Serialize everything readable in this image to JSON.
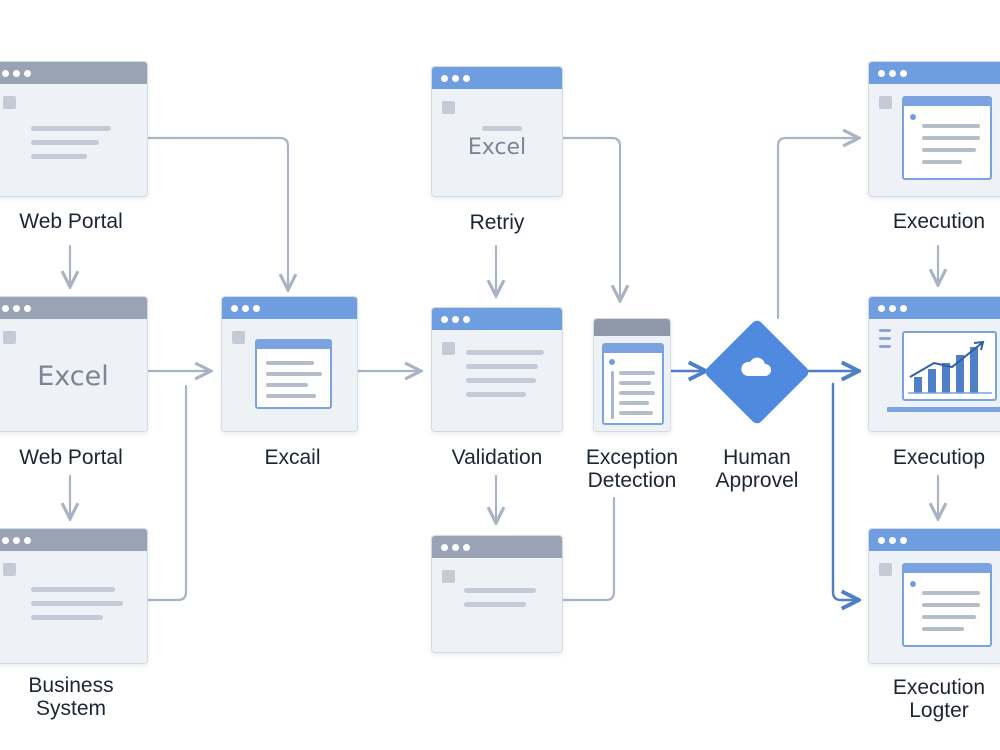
{
  "nodes": {
    "web_portal_1": {
      "label": "Web Portal"
    },
    "web_portal_2": {
      "label": "Web Portal",
      "window_text": "Excel"
    },
    "business_system": {
      "label": "Business\nSystem"
    },
    "excail": {
      "label": "Excail"
    },
    "retry": {
      "label": "Retriy",
      "window_text": "Excel"
    },
    "validation": {
      "label": "Validation"
    },
    "exception_detection": {
      "label": "Exception\nDetection"
    },
    "human_approval": {
      "label": "Human\nApprovel"
    },
    "execution_1": {
      "label": "Execution"
    },
    "execution_2": {
      "label": "Executiop"
    },
    "execution_logger": {
      "label": "Execution\nLogter"
    }
  },
  "colors": {
    "gray_titlebar": "#9aa3b3",
    "blue_titlebar": "#6f9ee0",
    "gray_connector": "#a9b3c3",
    "blue_connector": "#4f7fc4",
    "decision_diamond": "#4f8ade"
  },
  "icons": {
    "decision": "cloud-icon",
    "chart": "bar-chart-icon"
  }
}
